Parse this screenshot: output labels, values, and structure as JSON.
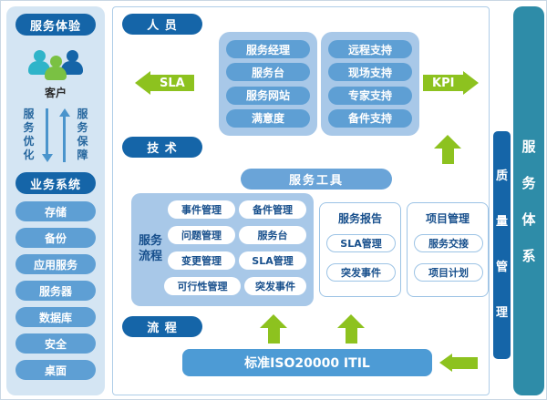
{
  "sidebar": {
    "title": "服务体验",
    "customer_label": "客户",
    "optimize_label": "服务优化",
    "guarantee_label": "服务保障",
    "section_title": "业务系统",
    "items": [
      "存储",
      "备份",
      "应用服务",
      "服务器",
      "数据库",
      "安全",
      "桌面"
    ]
  },
  "main": {
    "personnel_label": "人 员",
    "technology_label": "技 术",
    "process_label": "流 程",
    "sla_label": "SLA",
    "kpi_label": "KPI",
    "personnel_group1": [
      "服务经理",
      "服务台",
      "服务网站",
      "满意度"
    ],
    "personnel_group2": [
      "远程支持",
      "现场支持",
      "专家支持",
      "备件支持"
    ],
    "service_tools_label": "服务工具",
    "service_process": {
      "label": "服务流程",
      "items": [
        "事件管理",
        "备件管理",
        "问题管理",
        "服务台",
        "变更管理",
        "SLA管理",
        "可行性管理",
        "突发事件"
      ]
    },
    "service_report": {
      "title": "服务报告",
      "items": [
        "SLA管理",
        "突发事件"
      ]
    },
    "project_management": {
      "title": "项目管理",
      "items": [
        "服务交接",
        "项目计划"
      ]
    },
    "standard_label": "标准ISO20000 ITIL"
  },
  "right_bars": {
    "quality": "质量管理",
    "service_system": "服务体系"
  },
  "colors": {
    "dark_blue": "#1565a8",
    "medium_blue": "#5e9fd4",
    "light_blue_container": "#a8c8e8",
    "sidebar_bg": "#d4e5f3",
    "green": "#8dc21f",
    "teal": "#2e8ca8",
    "iso_bar_blue": "#4d9bd5",
    "person_teal": "#2fb4c9",
    "person_green": "#7ac143",
    "person_blue": "#1565a8"
  }
}
